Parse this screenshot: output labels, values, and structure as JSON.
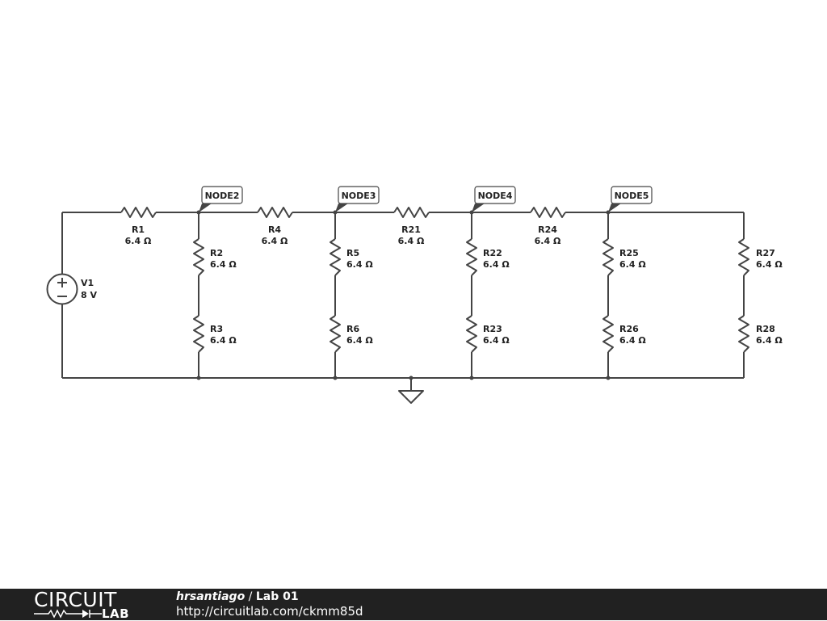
{
  "schematic": {
    "source": {
      "name": "V1",
      "value": "8 V"
    },
    "nodes": [
      "NODE2",
      "NODE3",
      "NODE4",
      "NODE5"
    ],
    "resistors": [
      {
        "id": "R1",
        "value": "6.4 Ω"
      },
      {
        "id": "R4",
        "value": "6.4 Ω"
      },
      {
        "id": "R21",
        "value": "6.4 Ω"
      },
      {
        "id": "R24",
        "value": "6.4 Ω"
      },
      {
        "id": "R2",
        "value": "6.4 Ω"
      },
      {
        "id": "R3",
        "value": "6.4 Ω"
      },
      {
        "id": "R5",
        "value": "6.4 Ω"
      },
      {
        "id": "R6",
        "value": "6.4 Ω"
      },
      {
        "id": "R22",
        "value": "6.4 Ω"
      },
      {
        "id": "R23",
        "value": "6.4 Ω"
      },
      {
        "id": "R25",
        "value": "6.4 Ω"
      },
      {
        "id": "R26",
        "value": "6.4 Ω"
      },
      {
        "id": "R27",
        "value": "6.4 Ω"
      },
      {
        "id": "R28",
        "value": "6.4 Ω"
      }
    ]
  },
  "footer": {
    "logo_top": "CIRCUIT",
    "logo_bottom": "LAB",
    "user": "hrsantiago",
    "separator": " / ",
    "title": "Lab 01",
    "url": "http://circuitlab.com/ckmm85d"
  },
  "colors": {
    "wire": "#444444",
    "footer_bg": "#212121",
    "text": "#222222"
  }
}
